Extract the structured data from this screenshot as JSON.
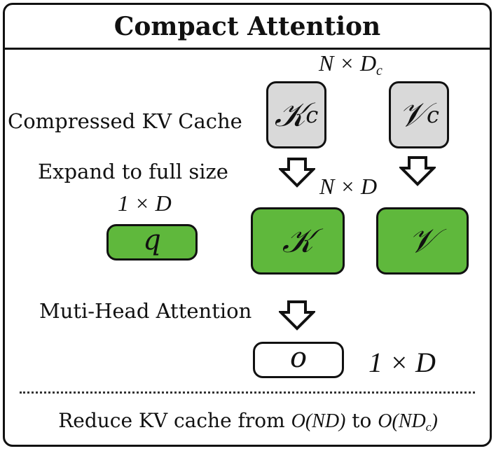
{
  "title": "Compact Attention",
  "labels": {
    "compressed": "Compressed KV Cache",
    "expand": "Expand to full size",
    "mha": "Muti-Head Attention"
  },
  "dims": {
    "compressed_main": "N × D",
    "compressed_sub": "c",
    "full": "N × D",
    "query": "1 × D",
    "output": "1 × D"
  },
  "boxes": {
    "k_compressed": "𝒦",
    "k_compressed_sub": "c",
    "v_compressed": "𝒱",
    "v_compressed_sub": "c",
    "query": "q",
    "key": "𝒦",
    "value": "𝒱",
    "output": "o"
  },
  "footer": {
    "prefix": "Reduce KV cache from ",
    "from": "O(ND)",
    "middle": " to ",
    "to_main": "O(ND",
    "to_sub": "c",
    "to_end": ")"
  },
  "colors": {
    "green": "#5fb83c",
    "gray": "#d9d9d9"
  }
}
